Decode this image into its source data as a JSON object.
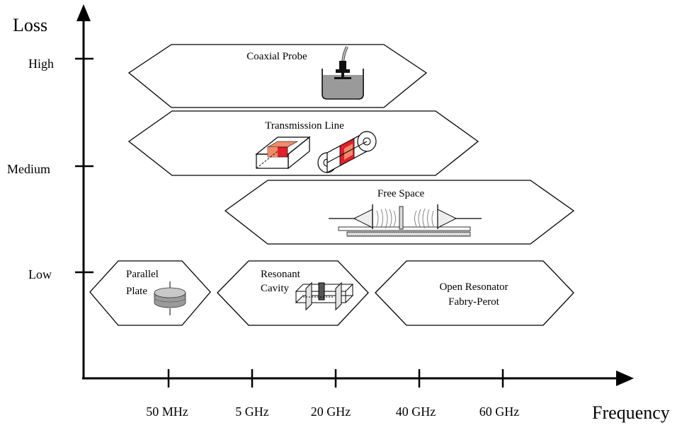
{
  "axes": {
    "y_title": "Loss",
    "x_title": "Frequency",
    "y_ticks": [
      "High",
      "Medium",
      "Low"
    ],
    "x_ticks": [
      "50 MHz",
      "5 GHz",
      "20 GHz",
      "40 GHz",
      "60 GHz"
    ]
  },
  "methods": {
    "coaxial_probe": "Coaxial Probe",
    "transmission_line": "Transmission Line",
    "free_space": "Free Space",
    "parallel_plate_1": "Parallel",
    "parallel_plate_2": "Plate",
    "resonant_cavity_1": "Resonant",
    "resonant_cavity_2": "Cavity",
    "open_resonator_1": "Open Resonator",
    "open_resonator_2": "Fabry-Perot"
  },
  "colors": {
    "red_sample": "#e0202a",
    "salmon_sample": "#f08a6a",
    "probe_liquid": "#9a9a9a",
    "disk_gray": "#b8b8b8"
  }
}
